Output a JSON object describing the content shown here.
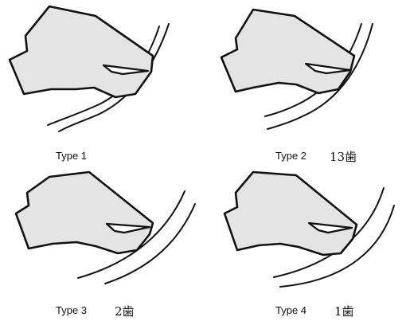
{
  "panels": [
    {
      "label": "Type 1",
      "count": ""
    },
    {
      "label": "Type 2",
      "count": "13歯"
    },
    {
      "label": "Type 3",
      "count": "2歯"
    },
    {
      "label": "Type 4",
      "count": "1歯"
    }
  ],
  "colors": {
    "fill": "#e4e4e4",
    "stroke": "#111111",
    "background": "#ffffff"
  }
}
